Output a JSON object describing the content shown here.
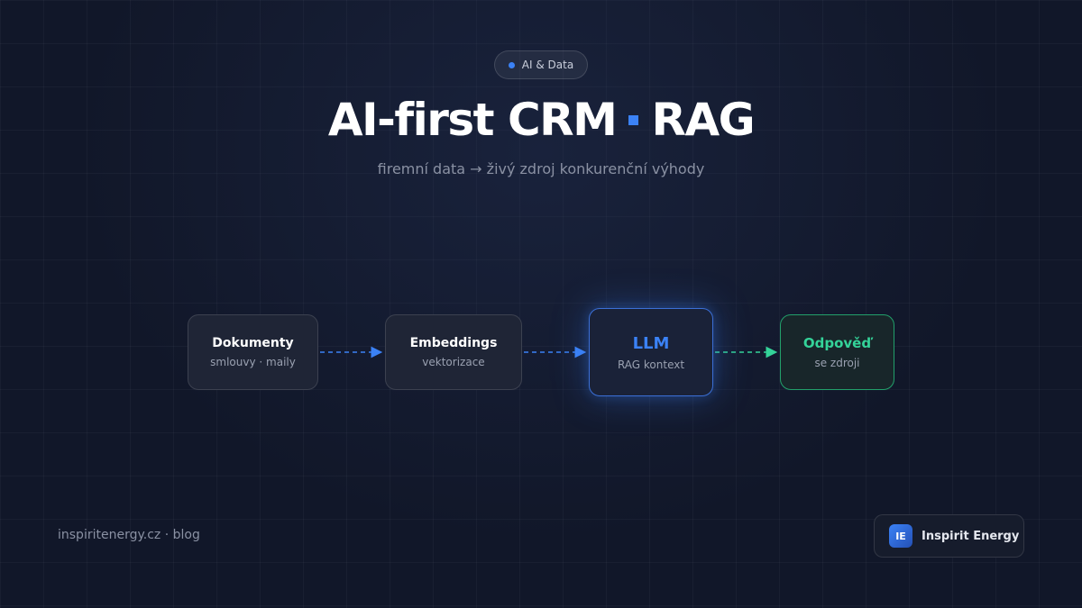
{
  "badge": {
    "label": "AI & Data",
    "dot_color": "#3b82f6"
  },
  "title": {
    "part1": "AI-first CRM",
    "part2": "RAG",
    "separator_color": "#3b82f6"
  },
  "subtitle": "firemní data → živý zdroj konkurenční výhody",
  "pipeline": [
    {
      "title": "Dokumenty",
      "subtitle": "smlouvy · maily"
    },
    {
      "title": "Embeddings",
      "subtitle": "vektorizace"
    },
    {
      "title": "LLM",
      "subtitle": "RAG kontext",
      "accent": "#3b82f6"
    },
    {
      "title": "Odpověď",
      "subtitle": "se zdroji",
      "accent": "#34d399"
    }
  ],
  "footer": {
    "site": "inspiritenergy.cz · blog",
    "brand_initials": "IE",
    "brand_name": "Inspirit Energy"
  }
}
